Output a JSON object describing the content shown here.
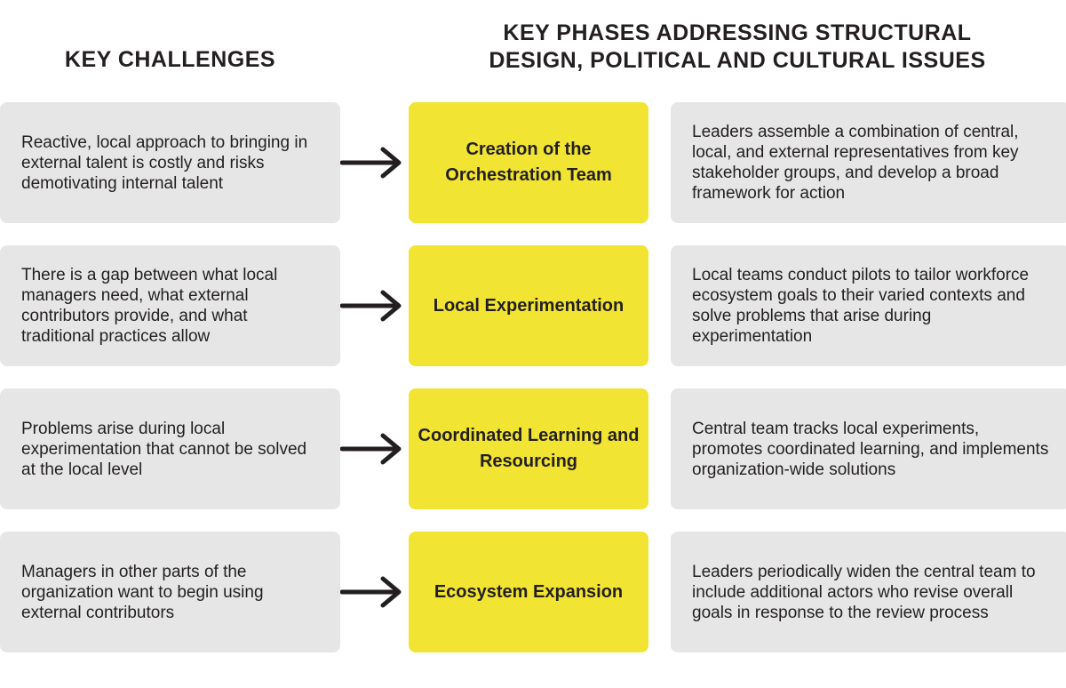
{
  "headers": {
    "challenges": "KEY CHALLENGES",
    "phases": "KEY PHASES ADDRESSING STRUCTURAL DESIGN, POLITICAL AND CULTURAL ISSUES"
  },
  "rows": [
    {
      "challenge": "Reactive, local approach to bringing in external talent is costly and risks demotivating internal talent",
      "phase": "Creation of the Orchestration Team",
      "description": "Leaders assemble a combination of central, local, and external representatives from key stakeholder groups, and develop a broad framework for action"
    },
    {
      "challenge": "There is a gap between what local managers need, what external contributors provide, and what traditional practices allow",
      "phase": "Local Experimentation",
      "description": "Local teams conduct pilots to tailor workforce ecosystem goals to their varied contexts and solve problems that arise during experimentation"
    },
    {
      "challenge": "Problems arise during local experimentation that cannot be solved at the local level",
      "phase": "Coordinated Learning and Resourcing",
      "description": "Central team tracks local experiments, promotes coordinated learning, and implements organization-wide solutions"
    },
    {
      "challenge": "Managers in other parts of the organization want to begin using external contributors",
      "phase": "Ecosystem Expansion",
      "description": "Leaders periodically widen the central team to include additional actors who revise overall goals in response to the review process"
    }
  ],
  "colors": {
    "phase_fill": "#f2e432",
    "box_fill": "#e6e6e6",
    "text": "#231f20"
  }
}
